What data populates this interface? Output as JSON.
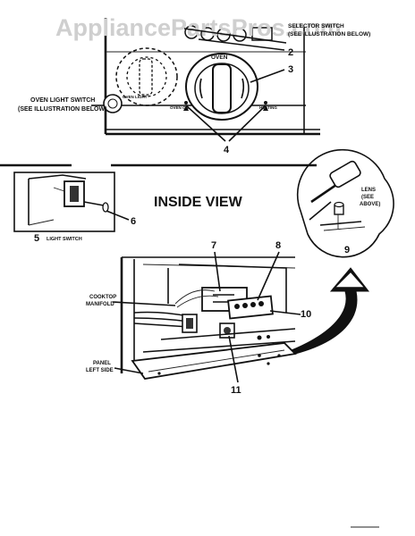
{
  "watermark": "AppliancePartsPros.com",
  "labels": {
    "selector_switch": "SELECTOR SWITCH",
    "selector_note": "(SEE ILLUSTRATION BELOW)",
    "oven": "OVEN",
    "oven_light_switch": "OVEN LIGHT SWITCH",
    "oven_light_note": "(SEE ILLUSTRATION BELOW)",
    "oven_light_knob": "OVEN LIGHT",
    "oven_on": "OVEN ON",
    "heating": "HEATING",
    "inside_view": "INSIDE VIEW",
    "light_switch": "LIGHT SWITCH",
    "lens": "LENS",
    "lens_note_1": "(SEE",
    "lens_note_2": "ABOVE)",
    "cooktop": "COOKTOP",
    "manifold": "MANIFOLD",
    "panel": "PANEL",
    "left_side": "LEFT SIDE"
  },
  "callouts": [
    "2",
    "3",
    "4",
    "5",
    "6",
    "7",
    "8",
    "9",
    "10",
    "11"
  ]
}
